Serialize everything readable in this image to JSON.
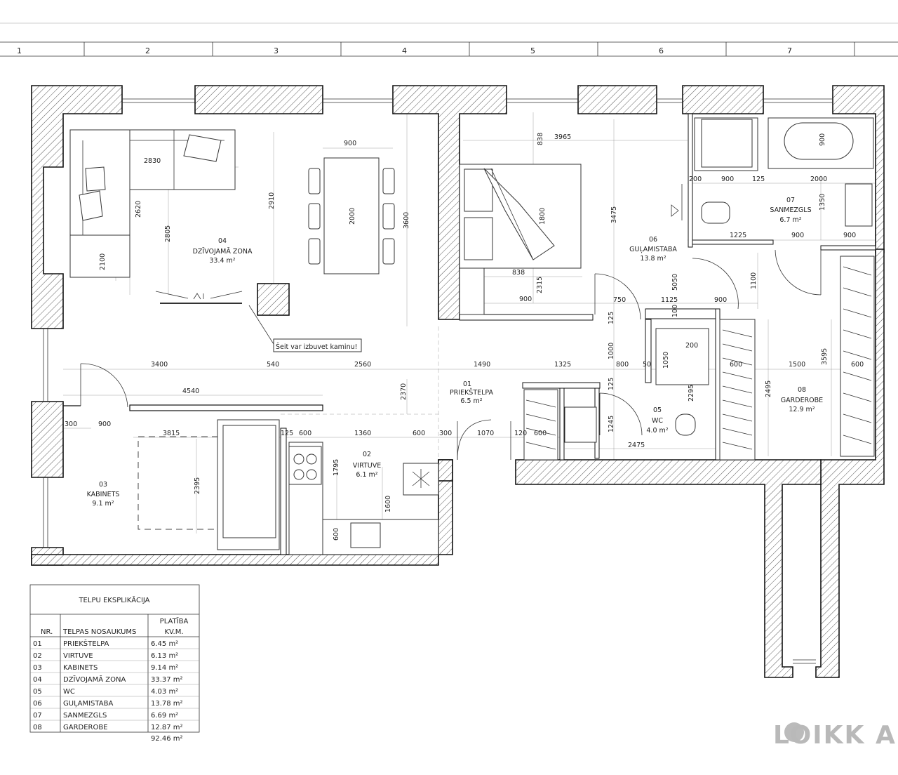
{
  "grid_labels": [
    "1",
    "2",
    "3",
    "4",
    "5",
    "6",
    "7"
  ],
  "rooms": [
    {
      "nr": "01",
      "name": "PRIEKŠTELPA",
      "area": "6.5 m²"
    },
    {
      "nr": "02",
      "name": "VIRTUVE",
      "area": "6.1 m²"
    },
    {
      "nr": "03",
      "name": "KABINETS",
      "area": "9.1 m²"
    },
    {
      "nr": "04",
      "name": "DZĪVOJAMĀ ZONA",
      "area": "33.4 m²"
    },
    {
      "nr": "05",
      "name": "WC",
      "area": "4.0 m²"
    },
    {
      "nr": "06",
      "name": "GUĻAMISTABA",
      "area": "13.8 m²"
    },
    {
      "nr": "07",
      "name": "SANMEZGLS",
      "area": "6.7 m²"
    },
    {
      "nr": "08",
      "name": "GARDEROBE",
      "area": "12.9 m²"
    }
  ],
  "dimensions": [
    "900",
    "838",
    "3965",
    "900",
    "2830",
    "2620",
    "2805",
    "2910",
    "2000",
    "3600",
    "1800",
    "3475",
    "200",
    "900",
    "125",
    "2000",
    "1350",
    "1225",
    "900",
    "900",
    "5050",
    "2100",
    "838",
    "2315",
    "900",
    "750",
    "1125",
    "900",
    "1100",
    "100",
    "125",
    "1000",
    "3400",
    "540",
    "2560",
    "1490",
    "1325",
    "800",
    "50",
    "1050",
    "200",
    "600",
    "1500",
    "3595",
    "600",
    "2495",
    "4540",
    "2370",
    "125",
    "2295",
    "300",
    "900",
    "3815",
    "125",
    "600",
    "1360",
    "600",
    "300",
    "1070",
    "120",
    "600",
    "1245",
    "2475",
    "1795",
    "2395",
    "1600",
    "600"
  ],
  "fireplace_note": "Šeit var izbuvet kaminu!",
  "explication": {
    "title": "TELPU EKSPLIKĀCIJA",
    "col_nr": "NR.",
    "col_name": "TELPAS NOSAUKUMS",
    "col_area_1": "PLATĪBA",
    "col_area_2": "KV.M.",
    "rows": [
      {
        "nr": "01",
        "name": "PRIEKŠTELPA",
        "area": "6.45 m²"
      },
      {
        "nr": "02",
        "name": "VIRTUVE",
        "area": "6.13 m²"
      },
      {
        "nr": "03",
        "name": "KABINETS",
        "area": "9.14 m²"
      },
      {
        "nr": "04",
        "name": "DZĪVOJAMĀ ZONA",
        "area": "33.37 m²"
      },
      {
        "nr": "05",
        "name": "WC",
        "area": "4.03 m²"
      },
      {
        "nr": "06",
        "name": "GUĻAMISTABA",
        "area": "13.78 m²"
      },
      {
        "nr": "07",
        "name": "SANMEZGLS",
        "area": "6.69 m²"
      },
      {
        "nr": "08",
        "name": "GARDEROBE",
        "area": "12.87 m²"
      }
    ],
    "total": "92.46 m²"
  },
  "logo": "LOIKK A"
}
